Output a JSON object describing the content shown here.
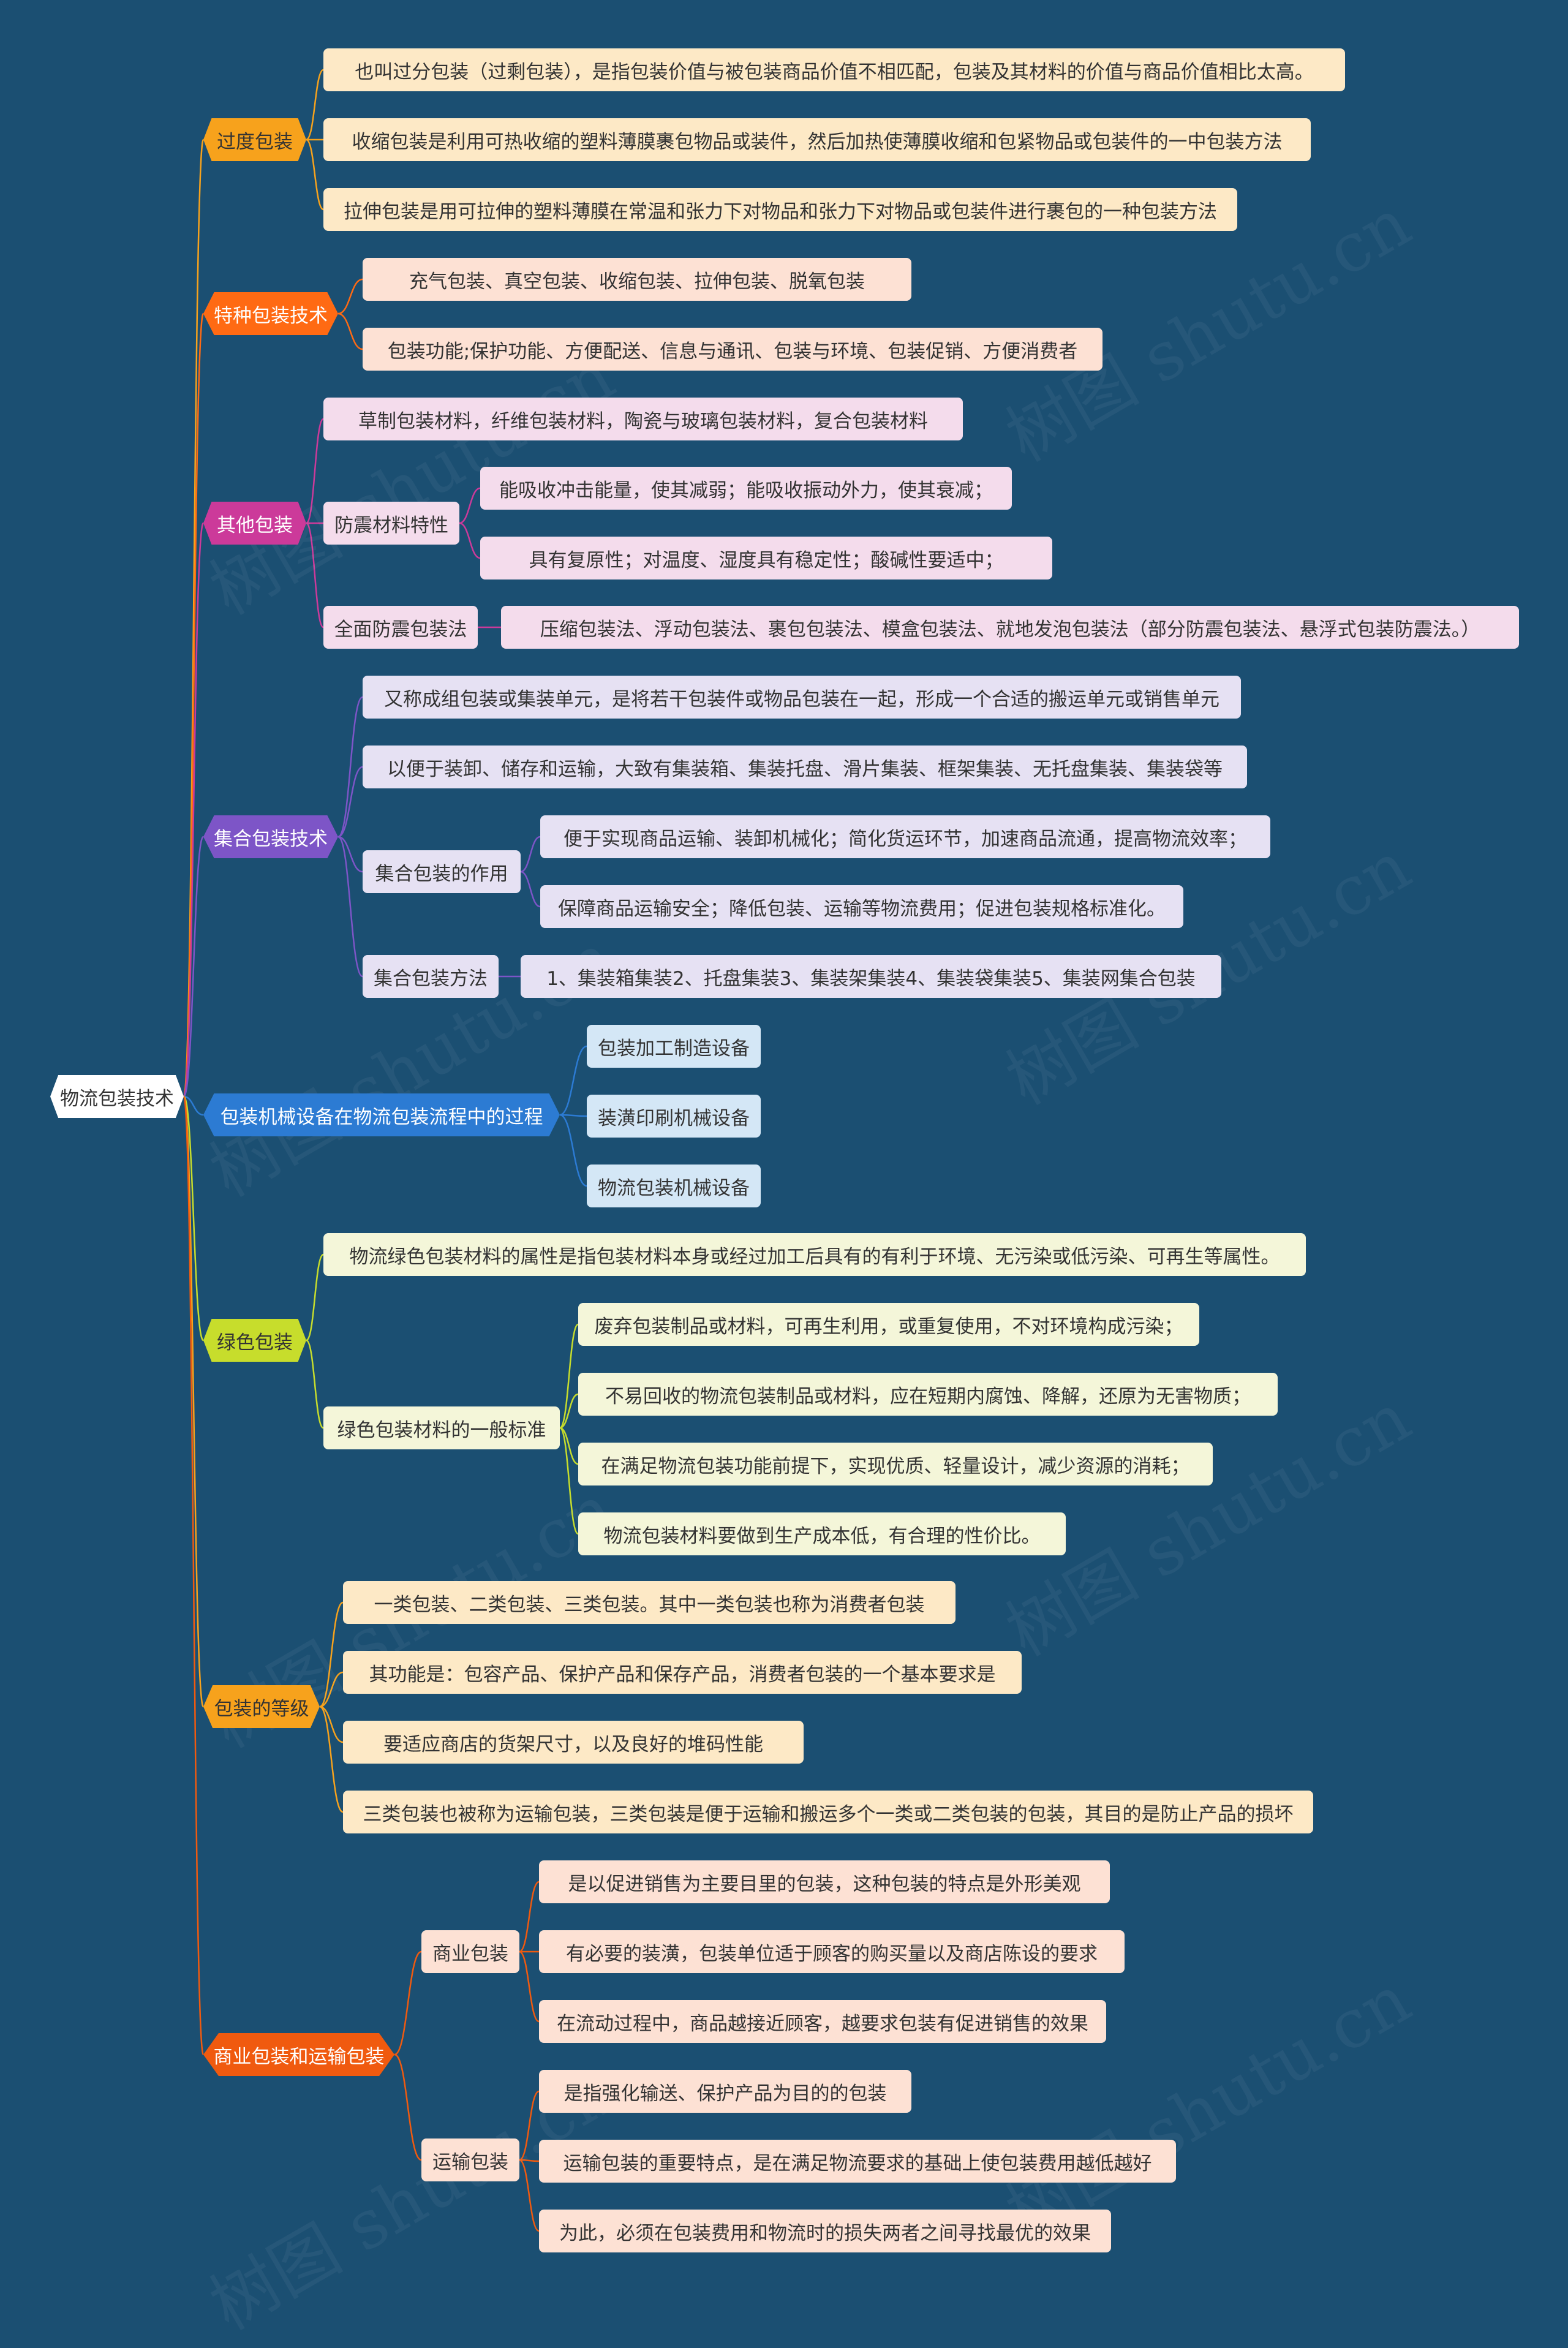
{
  "root": {
    "label": "物流包装技术"
  },
  "watermark": "树图 shutu.cn",
  "colors": {
    "background": "#1b4f72",
    "orange": "#f7a21c",
    "red_orange": "#ff6a13",
    "magenta": "#cc3a9a",
    "purple": "#7d55c7",
    "blue": "#2c7bd3",
    "green": "#c7dd2c",
    "red": "#f05a0f"
  },
  "branches": [
    {
      "label": "过度包装",
      "color": "#f7a21c",
      "text_color": "#333333",
      "leaf_fill": "#fde9c6",
      "items": [
        {
          "label": "也叫过分包装（过剩包装），是指包装价值与被包装商品价值不相匹配，包装及其材料的价值与商品价值相比太高。"
        },
        {
          "label": "收缩包装是利用可热收缩的塑料薄膜裹包物品或装件，然后加热使薄膜收缩和包紧物品或包装件的一中包装方法"
        },
        {
          "label": "拉伸包装是用可拉伸的塑料薄膜在常温和张力下对物品和张力下对物品或包装件进行裹包的一种包装方法"
        }
      ]
    },
    {
      "label": "特种包装技术",
      "color": "#ff6a13",
      "text_color": "#ffffff",
      "leaf_fill": "#fde1d4",
      "items": [
        {
          "label": "充气包装、真空包装、收缩包装、拉伸包装、脱氧包装"
        },
        {
          "label": "包装功能;保护功能、方便配送、信息与通讯、包装与环境、包装促销、方便消费者"
        }
      ]
    },
    {
      "label": "其他包装",
      "color": "#cc3a9a",
      "text_color": "#ffffff",
      "leaf_fill": "#f4dcec",
      "items": [
        {
          "label": "草制包装材料，纤维包装材料，陶瓷与玻璃包装材料，复合包装材料"
        },
        {
          "label": "防震材料特性",
          "children": [
            {
              "label": "能吸收冲击能量，使其减弱；能吸收振动外力，使其衰减；"
            },
            {
              "label": "具有复原性；对温度、湿度具有稳定性；酸碱性要适中；"
            }
          ]
        },
        {
          "label": "全面防震包装法",
          "children": [
            {
              "label": "压缩包装法、浮动包装法、裹包包装法、模盒包装法、就地发泡包装法（部分防震包装法、悬浮式包装防震法。）"
            }
          ]
        }
      ]
    },
    {
      "label": "集合包装技术",
      "color": "#7d55c7",
      "text_color": "#ffffff",
      "leaf_fill": "#e6e1f3",
      "items": [
        {
          "label": "又称成组包装或集装单元，是将若干包装件或物品包装在一起，形成一个合适的搬运单元或销售单元"
        },
        {
          "label": "以便于装卸、储存和运输，大致有集装箱、集装托盘、滑片集装、框架集装、无托盘集装、集装袋等"
        },
        {
          "label": "集合包装的作用",
          "children": [
            {
              "label": "便于实现商品运输、装卸机械化；简化货运环节，加速商品流通，提高物流效率；"
            },
            {
              "label": "保障商品运输安全；降低包装、运输等物流费用；促进包装规格标准化。"
            }
          ]
        },
        {
          "label": "集合包装方法",
          "children": [
            {
              "label": "1、集装箱集装2、托盘集装3、集装架集装4、集装袋集装5、集装网集合包装"
            }
          ]
        }
      ]
    },
    {
      "label": "包装机械设备在物流包装流程中的过程",
      "color": "#2c7bd3",
      "text_color": "#ffffff",
      "leaf_fill": "#d4e7f6",
      "items": [
        {
          "label": "包装加工制造设备"
        },
        {
          "label": "装潢印刷机械设备"
        },
        {
          "label": "物流包装机械设备"
        }
      ]
    },
    {
      "label": "绿色包装",
      "color": "#c7dd2c",
      "text_color": "#333333",
      "leaf_fill": "#f4f6d9",
      "items": [
        {
          "label": "物流绿色包装材料的属性是指包装材料本身或经过加工后具有的有利于环境、无污染或低污染、可再生等属性。"
        },
        {
          "label": "绿色包装材料的一般标准",
          "children": [
            {
              "label": "废弃包装制品或材料，可再生利用，或重复使用，不对环境构成污染；"
            },
            {
              "label": "不易回收的物流包装制品或材料，应在短期内腐蚀、降解，还原为无害物质；"
            },
            {
              "label": "在满足物流包装功能前提下，实现优质、轻量设计，减少资源的消耗；"
            },
            {
              "label": "物流包装材料要做到生产成本低，有合理的性价比。"
            }
          ]
        }
      ]
    },
    {
      "label": "包装的等级",
      "color": "#f7a21c",
      "text_color": "#333333",
      "leaf_fill": "#fde9c6",
      "items": [
        {
          "label": "一类包装、二类包装、三类包装。其中一类包装也称为消费者包装"
        },
        {
          "label": "其功能是：包容产品、保护产品和保存产品，消费者包装的一个基本要求是"
        },
        {
          "label": "要适应商店的货架尺寸，以及良好的堆码性能"
        },
        {
          "label": "三类包装也被称为运输包装，三类包装是便于运输和搬运多个一类或二类包装的包装，其目的是防止产品的损坏"
        }
      ]
    },
    {
      "label": "商业包装和运输包装",
      "color": "#f05a0f",
      "text_color": "#ffffff",
      "leaf_fill": "#fde1d4",
      "items": [
        {
          "label": "商业包装",
          "children": [
            {
              "label": "是以促进销售为主要目里的包装，这种包装的特点是外形美观"
            },
            {
              "label": "有必要的装潢，包装单位适于顾客的购买量以及商店陈设的要求"
            },
            {
              "label": "在流动过程中，商品越接近顾客，越要求包装有促进销售的效果"
            }
          ]
        },
        {
          "label": "运输包装",
          "children": [
            {
              "label": "是指强化输送、保护产品为目的的包装"
            },
            {
              "label": "运输包装的重要特点，是在满足物流要求的基础上使包装费用越低越好"
            },
            {
              "label": "为此，必须在包装费用和物流时的损失两者之间寻找最优的效果"
            }
          ]
        }
      ]
    }
  ]
}
